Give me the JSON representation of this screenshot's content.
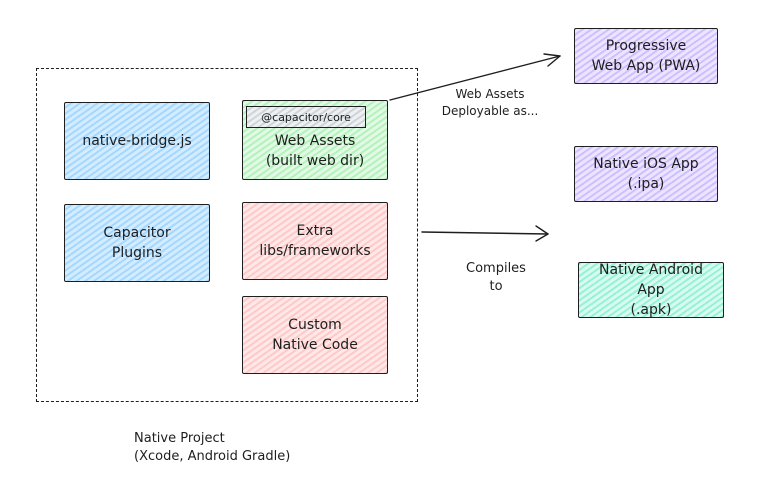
{
  "diagram": {
    "native_project_label": "Native Project\n(Xcode, Android Gradle)",
    "boxes": {
      "native_bridge": "native-bridge.js",
      "capacitor_plugins": "Capacitor\nPlugins",
      "capacitor_core_tag": "@capacitor/core",
      "web_assets": "Web Assets\n(built web dir)",
      "extra_libs": "Extra\nlibs/frameworks",
      "custom_native": "Custom\nNative Code"
    },
    "targets": {
      "pwa": "Progressive\nWeb App (PWA)",
      "ios": "Native iOS App\n(.ipa)",
      "android": "Native Android App\n(.apk)"
    },
    "arrow_labels": {
      "web_assets_deploy": "Web Assets\nDeployable as...",
      "compiles_to": "Compiles\nto"
    }
  },
  "colors": {
    "blue": "#a5d8ff",
    "green": "#b2f2bb",
    "red": "#ffc9c9",
    "violet": "#d0bfff",
    "mint": "#96f2d7",
    "stroke": "#1e1e1e"
  }
}
